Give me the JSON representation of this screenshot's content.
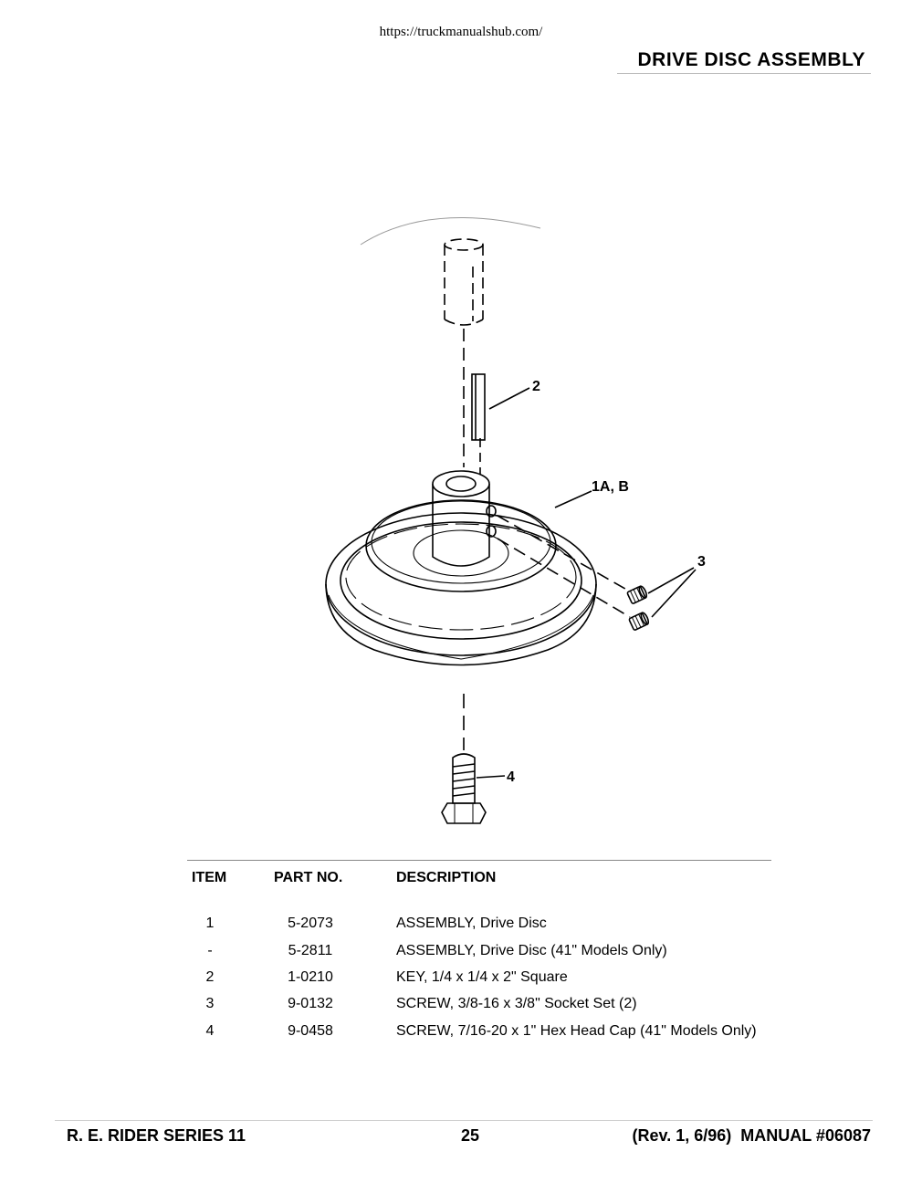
{
  "header": {
    "url": "https://truckmanualshub.com/",
    "title": "DRIVE DISC ASSEMBLY"
  },
  "diagram": {
    "callouts": {
      "c2": "2",
      "c1": "1A, B",
      "c3": "3",
      "c4": "4"
    }
  },
  "parts_table": {
    "headers": {
      "item": "ITEM",
      "part_no": "PART NO.",
      "description": "DESCRIPTION"
    },
    "rows": [
      {
        "item": "1",
        "part_no": "5-2073",
        "description": "ASSEMBLY, Drive Disc"
      },
      {
        "item": "-",
        "part_no": "5-2811",
        "description": "ASSEMBLY, Drive Disc (41\" Models Only)"
      },
      {
        "item": "2",
        "part_no": "1-0210",
        "description": "KEY, 1/4 x 1/4 x 2\" Square"
      },
      {
        "item": "3",
        "part_no": "9-0132",
        "description": "SCREW, 3/8-16 x 3/8\" Socket Set (2)"
      },
      {
        "item": "4",
        "part_no": "9-0458",
        "description": "SCREW, 7/16-20 x 1\" Hex Head Cap (41\" Models Only)"
      }
    ]
  },
  "footer": {
    "left": "R. E. RIDER SERIES 11",
    "page": "25",
    "right": "(Rev. 1, 6/96)  MANUAL #06087"
  }
}
